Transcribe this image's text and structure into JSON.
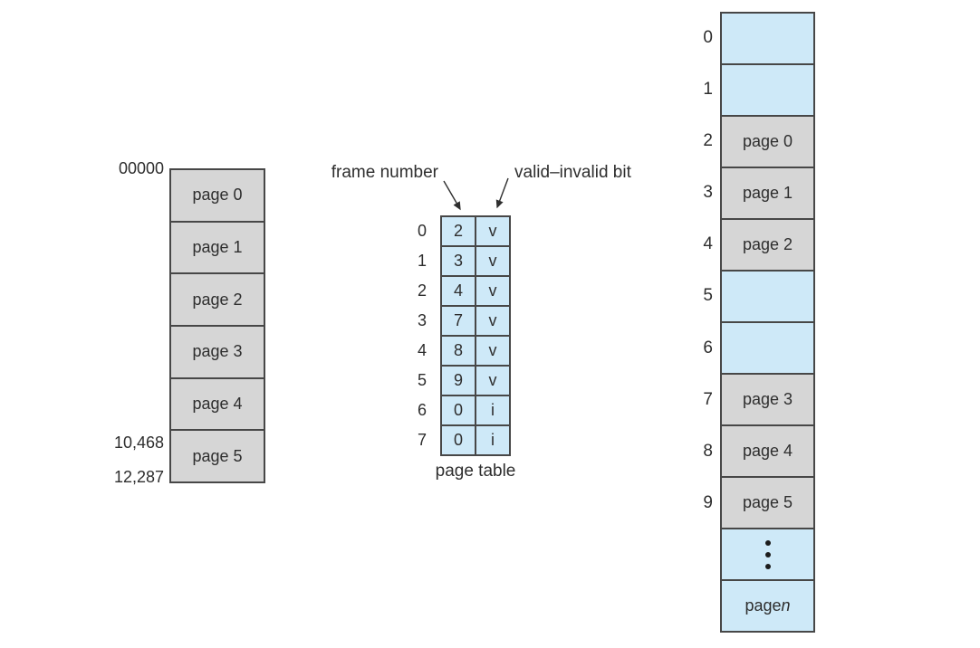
{
  "colors": {
    "background": "#ffffff",
    "cell_gray": "#d6d6d6",
    "cell_blue": "#cee9f8",
    "border": "#474747",
    "text": "#2e2e2e"
  },
  "logical_memory": {
    "top_address": "00000",
    "bottom_addresses": [
      "10,468",
      "12,287"
    ],
    "pages": [
      "page 0",
      "page 1",
      "page 2",
      "page 3",
      "page 4",
      "page 5"
    ]
  },
  "page_table": {
    "caption": "page table",
    "frame_number_label": "frame number",
    "valid_invalid_label": "valid–invalid bit",
    "rows": [
      {
        "index": "0",
        "frame": "2",
        "bit": "v"
      },
      {
        "index": "1",
        "frame": "3",
        "bit": "v"
      },
      {
        "index": "2",
        "frame": "4",
        "bit": "v"
      },
      {
        "index": "3",
        "frame": "7",
        "bit": "v"
      },
      {
        "index": "4",
        "frame": "8",
        "bit": "v"
      },
      {
        "index": "5",
        "frame": "9",
        "bit": "v"
      },
      {
        "index": "6",
        "frame": "0",
        "bit": "i"
      },
      {
        "index": "7",
        "frame": "0",
        "bit": "i"
      }
    ]
  },
  "physical_memory": {
    "frame_indices": [
      "0",
      "1",
      "2",
      "3",
      "4",
      "5",
      "6",
      "7",
      "8",
      "9",
      "",
      ""
    ],
    "frames": [
      {
        "content": "",
        "type": "empty"
      },
      {
        "content": "",
        "type": "empty"
      },
      {
        "content": "page 0",
        "type": "page"
      },
      {
        "content": "page 1",
        "type": "page"
      },
      {
        "content": "page 2",
        "type": "page"
      },
      {
        "content": "",
        "type": "empty"
      },
      {
        "content": "",
        "type": "empty"
      },
      {
        "content": "page 3",
        "type": "page"
      },
      {
        "content": "page 4",
        "type": "page"
      },
      {
        "content": "page 5",
        "type": "page"
      },
      {
        "content": "⋮",
        "type": "dots"
      },
      {
        "content": "page n",
        "type": "page_n",
        "prefix": "page ",
        "italic": "n"
      }
    ]
  }
}
